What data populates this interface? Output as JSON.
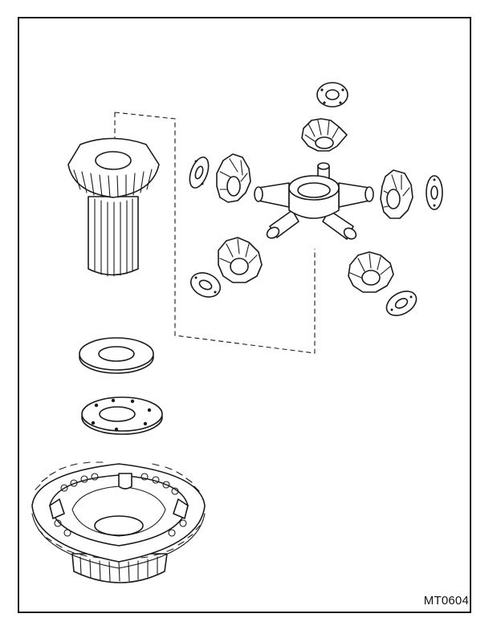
{
  "figure": {
    "code": "MT0604",
    "parts": [
      "side-gear-with-splined-shaft",
      "thrust-washer-plain",
      "thrust-washer-with-holes",
      "differential-case-with-ring-gear",
      "spider-cross-shaft",
      "pinion-gear",
      "pinion-thrust-washer"
    ]
  }
}
